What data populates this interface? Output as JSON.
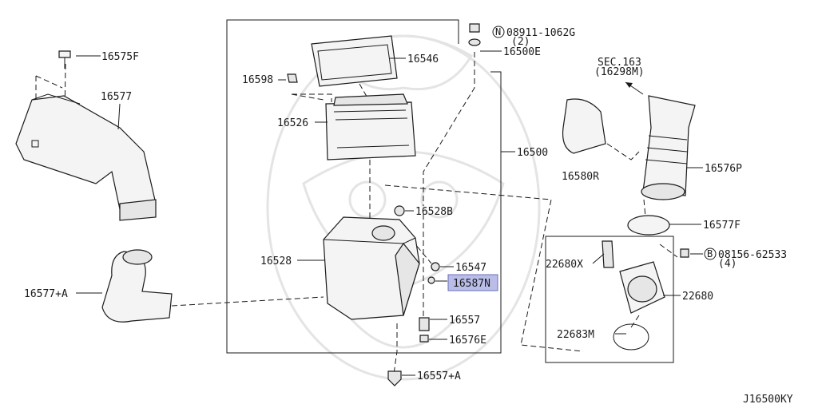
{
  "diagram_code": "J16500KY",
  "accent": {
    "highlight": "#b9bde8"
  },
  "labels": {
    "p16575F": "16575F",
    "p16577": "16577",
    "p16577A": "16577+A",
    "p16598": "16598",
    "p16546": "16546",
    "p16526": "16526",
    "p16528": "16528",
    "p16528B": "16528B",
    "p16547": "16547",
    "p16587N": "16587N",
    "p16557": "16557",
    "p16576E": "16576E",
    "p16557A": "16557+A",
    "p16500": "16500",
    "p16500E": "16500E",
    "p08911_symbol": "N",
    "p08911": "08911-1062G",
    "p08911_qty": "(2)",
    "sec163": "SEC.163",
    "sec163_ref": "(16298M)",
    "p16580R": "16580R",
    "p16576P": "16576P",
    "p16577F": "16577F",
    "p08156_symbol": "B",
    "p08156": "08156-62533",
    "p08156_qty": "(4)",
    "p22680X": "22680X",
    "p22680": "22680",
    "p22683M": "22683M"
  }
}
